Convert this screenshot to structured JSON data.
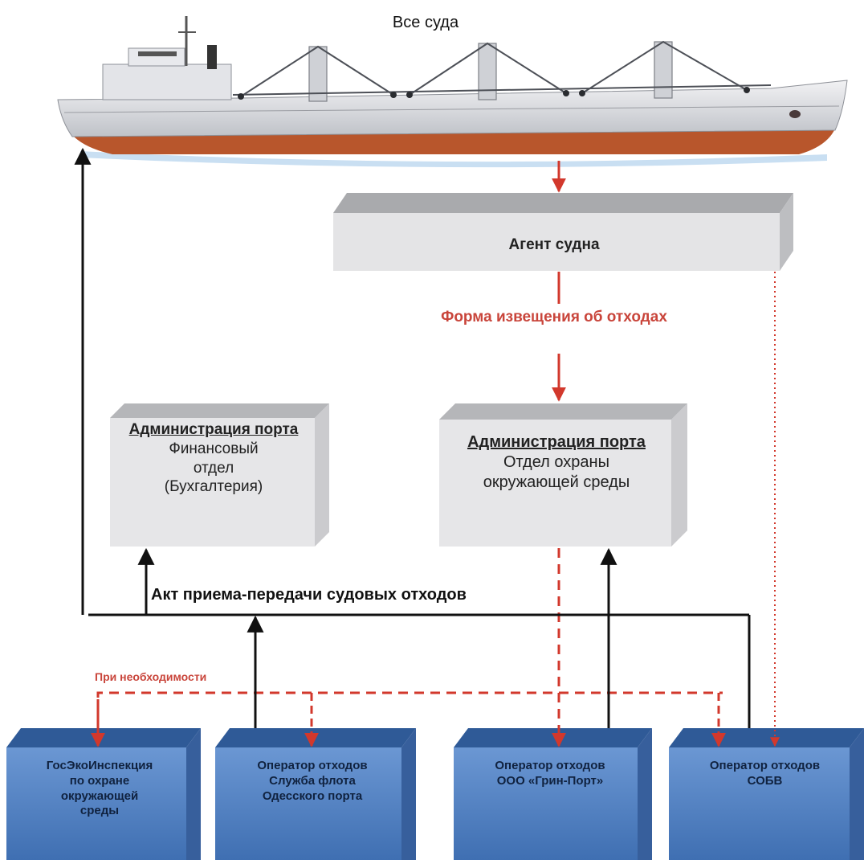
{
  "title": "Все суда",
  "agent": {
    "label": "Агент судна"
  },
  "notification_form": "Форма извещения об отходах",
  "admin_finance": {
    "header": "Администрация порта",
    "body": [
      "Финансовый",
      "отдел",
      "(Бухгалтерия)"
    ]
  },
  "admin_environment": {
    "header": "Администрация порта",
    "body": [
      "Отдел охраны",
      "окружающей среды"
    ]
  },
  "act_label": "Акт приема-передачи судовых отходов",
  "if_needed_label": "При необходимости",
  "operators": [
    {
      "lines": [
        "ГосЭкоИнспекция",
        "по охране",
        "окружающей",
        "среды"
      ]
    },
    {
      "lines": [
        "Оператор отходов",
        "Служба флота",
        "Одесского порта"
      ]
    },
    {
      "lines": [
        "Оператор отходов",
        "ООО «Грин-Порт»"
      ]
    },
    {
      "lines": [
        "Оператор отходов",
        "СОБВ"
      ]
    }
  ],
  "colors": {
    "red_flow": "#d2382c",
    "black_flow": "#111111",
    "gray_box": "#e4e4e6",
    "blue_box": "#4f7fc0",
    "hull_red": "#b8562c"
  }
}
